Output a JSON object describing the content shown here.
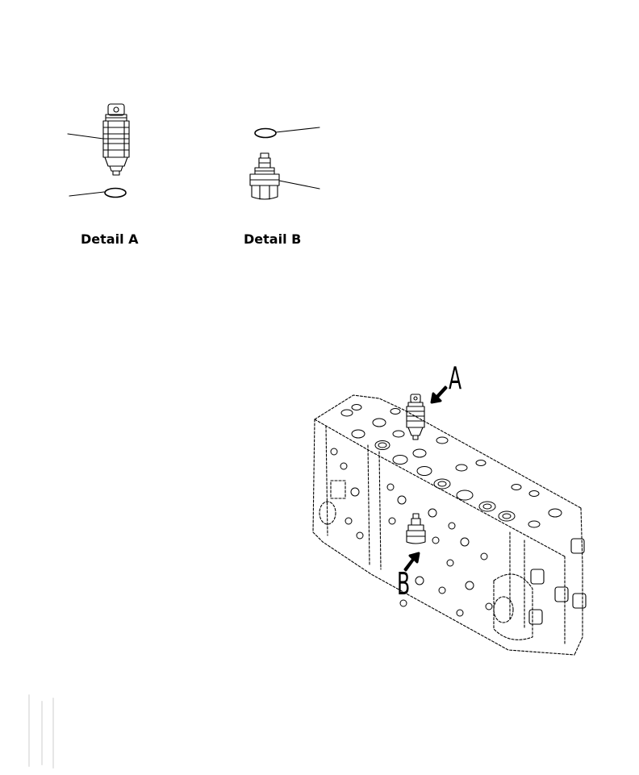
{
  "details": {
    "a_caption": "Detail A",
    "b_caption": "Detail B"
  },
  "callouts": {
    "a": "A",
    "b": "B"
  }
}
